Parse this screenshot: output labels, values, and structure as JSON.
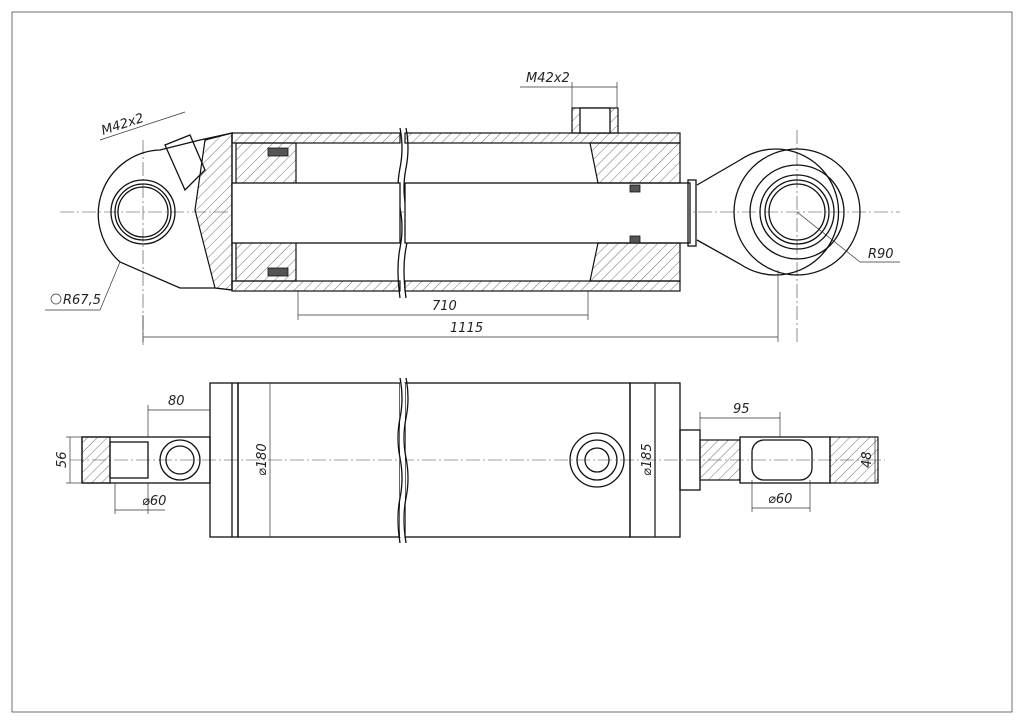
{
  "drawing": {
    "top_view": {
      "thread_left": "M42x2",
      "thread_port": "M42x2",
      "radius_left": "R67,5",
      "radius_right": "R90",
      "stroke_dim": "710",
      "length_dim": "1115"
    },
    "bottom_view": {
      "clevis_offset": "80",
      "clevis_width": "56",
      "pin_dia_left": "⌀60",
      "tube_dia": "⌀180",
      "flange_dia": "⌀185",
      "eye_offset": "95",
      "eye_width": "48",
      "pin_dia_right": "⌀60"
    }
  }
}
